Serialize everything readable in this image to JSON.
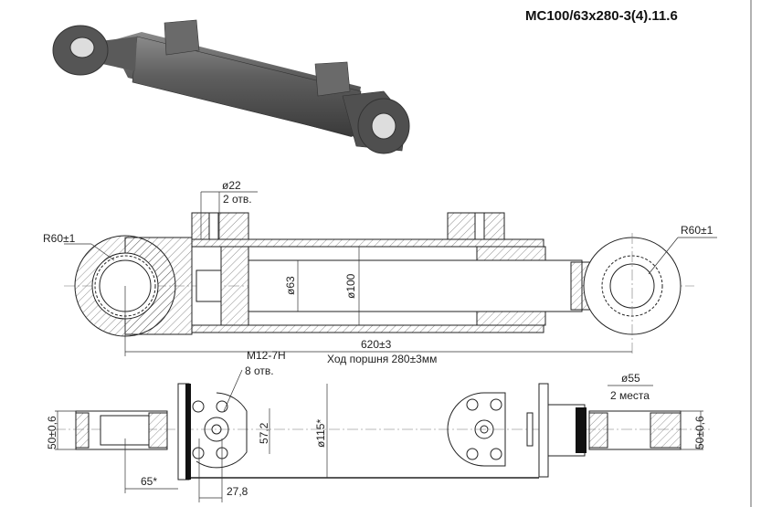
{
  "title": "MC100/63x280-3(4).11.6",
  "labels": {
    "port_diameter": "ø22",
    "port_count": "2 отв.",
    "radius_left": "R60±1",
    "radius_right": "R60±1",
    "rod_diameter": "ø63",
    "bore_diameter": "ø100",
    "length": "620±3",
    "stroke": "Ход поршня 280±3мм",
    "thread": "M12-7H",
    "thread_count": "8 отв.",
    "eye_width_left": "50±0,6",
    "eye_width_right": "50±0,6",
    "angle": "65*",
    "offset": "27,8",
    "hole_spacing": "57,2",
    "flange_diameter": "ø115*",
    "eye_bore": "ø55",
    "eye_bore_count": "2 места"
  },
  "colors": {
    "line": "#222222",
    "render": "#5a5a5a"
  }
}
